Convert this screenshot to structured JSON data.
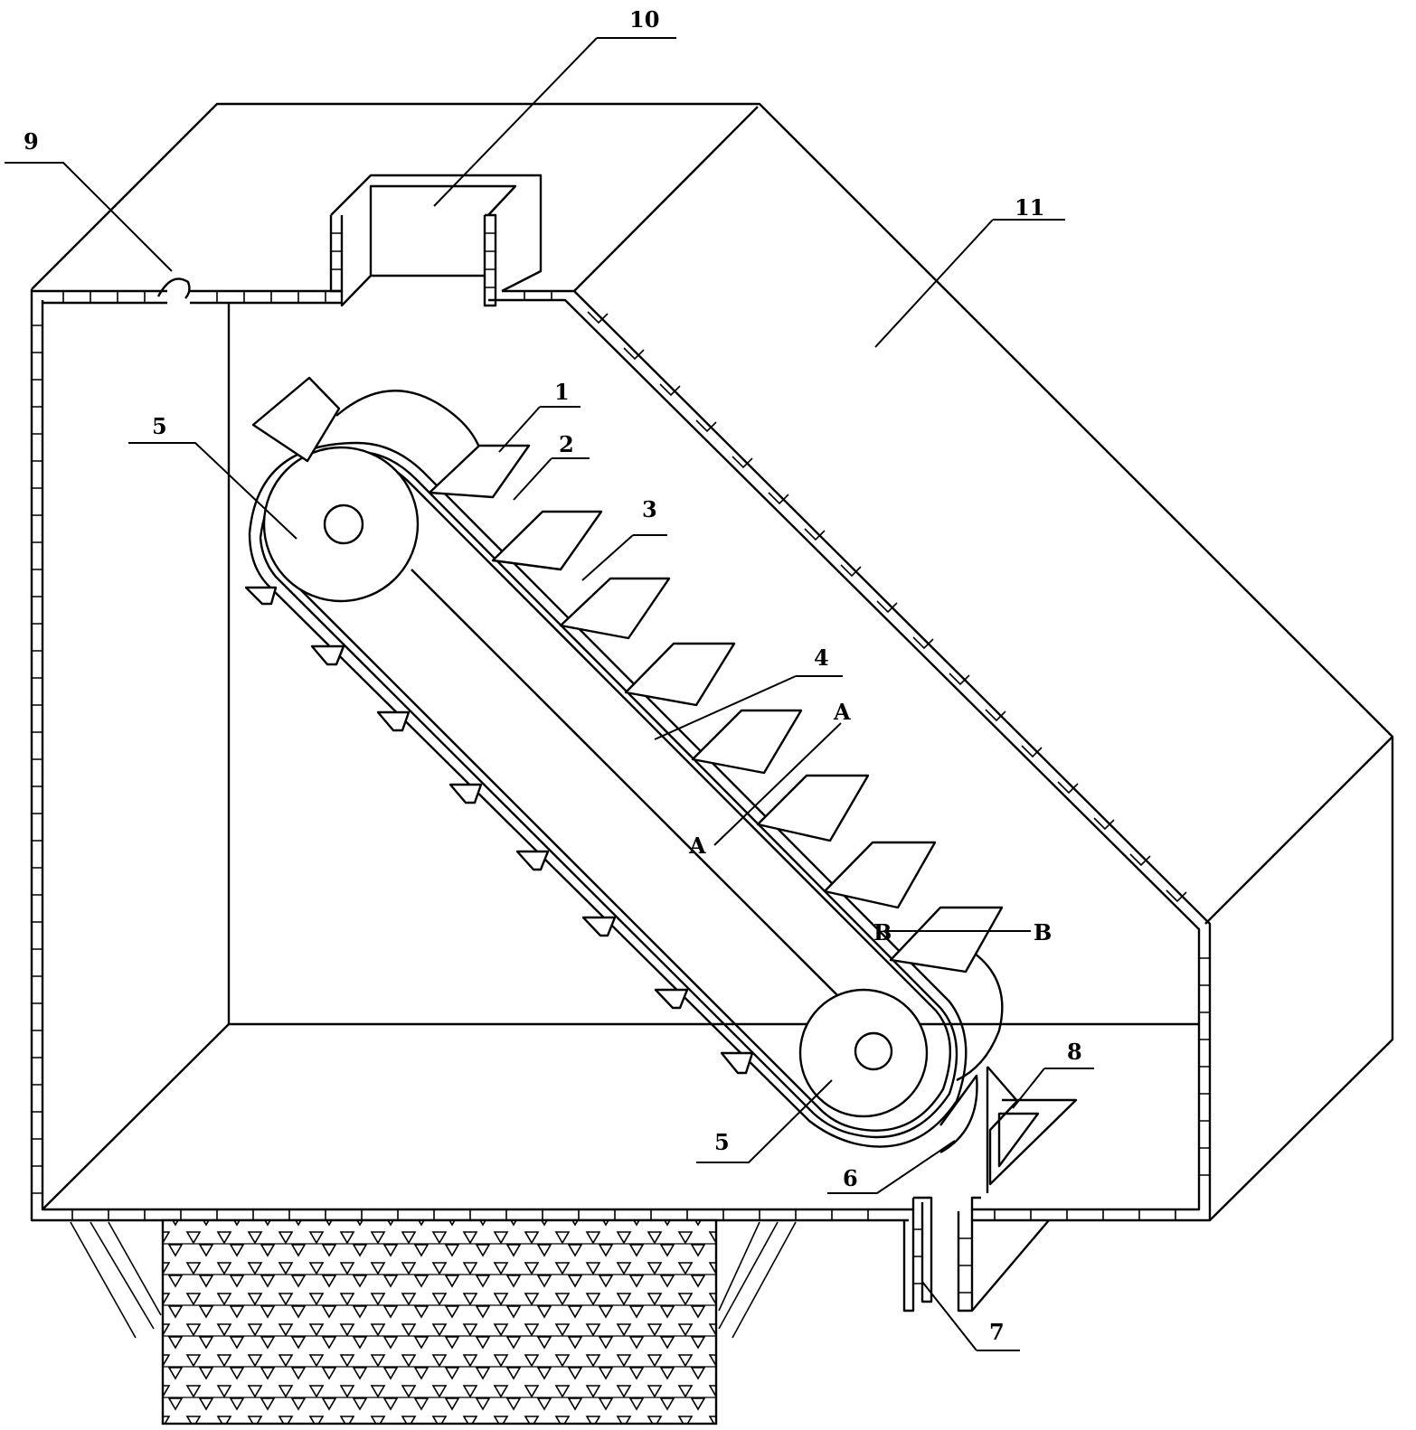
{
  "labels": {
    "l1": "1",
    "l2": "2",
    "l3": "3",
    "l4": "4",
    "l5_top": "5",
    "l5_bottom": "5",
    "l6": "6",
    "l7": "7",
    "l8": "8",
    "l9": "9",
    "l10": "10",
    "l11": "11",
    "a_top": "A",
    "a_bottom": "A",
    "b_left": "B",
    "b_right": "B"
  }
}
